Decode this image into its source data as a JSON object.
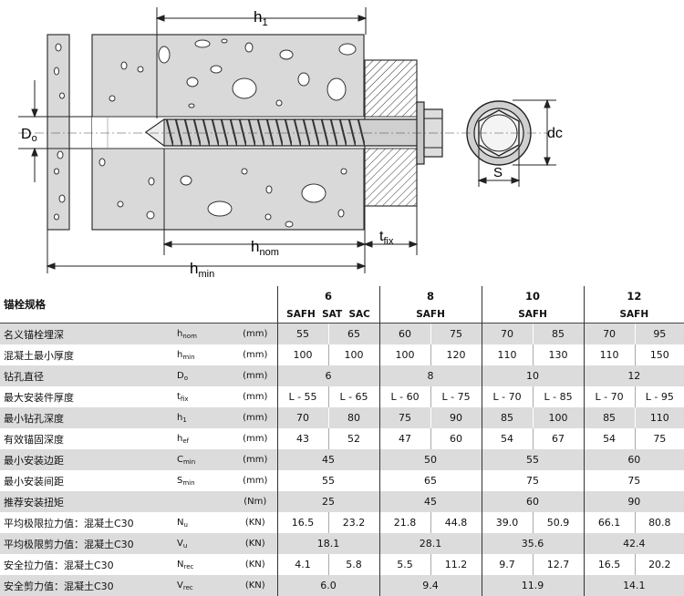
{
  "diagram": {
    "dim_h1_label": "h",
    "dim_h1_sub": "1",
    "dim_d0_label": "D",
    "dim_d0_sub": "o",
    "dim_hnom_label": "h",
    "dim_hnom_sub": "nom",
    "dim_hmin_label": "h",
    "dim_hmin_sub": "min",
    "dim_tfix_label": "t",
    "dim_tfix_sub": "fix",
    "dim_dc_label": "dc",
    "dim_s_label": "S"
  },
  "table": {
    "title": "锚栓规格",
    "groups": [
      {
        "size": "6",
        "types": [
          "SAFH",
          "SAT",
          "SAC"
        ]
      },
      {
        "size": "8",
        "types": [
          "SAFH"
        ]
      },
      {
        "size": "10",
        "types": [
          "SAFH"
        ]
      },
      {
        "size": "12",
        "types": [
          "SAFH"
        ]
      }
    ],
    "rows": [
      {
        "name": "名义锚栓埋深",
        "sym": "h",
        "sub": "nom",
        "unit": "(mm)",
        "vals": [
          "55",
          "65",
          "60",
          "75",
          "70",
          "85",
          "70",
          "95"
        ]
      },
      {
        "name": "混凝土最小厚度",
        "sym": "h",
        "sub": "min",
        "unit": "(mm)",
        "vals": [
          "100",
          "100",
          "100",
          "120",
          "110",
          "130",
          "110",
          "150"
        ]
      },
      {
        "name": "钻孔直径",
        "sym": "D",
        "sub": "o",
        "unit": "(mm)",
        "vals": [
          "6",
          "8",
          "10",
          "12"
        ]
      },
      {
        "name": "最大安装件厚度",
        "sym": "t",
        "sub": "fix",
        "unit": "(mm)",
        "vals": [
          "L - 55",
          "L - 65",
          "L - 60",
          "L - 75",
          "L - 70",
          "L - 85",
          "L - 70",
          "L - 95"
        ]
      },
      {
        "name": "最小钻孔深度",
        "sym": "h",
        "sub": "1",
        "unit": "(mm)",
        "vals": [
          "70",
          "80",
          "75",
          "90",
          "85",
          "100",
          "85",
          "110"
        ]
      },
      {
        "name": "有效锚固深度",
        "sym": "h",
        "sub": "ef",
        "unit": "(mm)",
        "vals": [
          "43",
          "52",
          "47",
          "60",
          "54",
          "67",
          "54",
          "75"
        ]
      },
      {
        "name": "最小安装边距",
        "sym": "C",
        "sub": "min",
        "unit": "(mm)",
        "vals": [
          "45",
          "50",
          "55",
          "60"
        ]
      },
      {
        "name": "最小安装间距",
        "sym": "S",
        "sub": "min",
        "unit": "(mm)",
        "vals": [
          "55",
          "65",
          "75",
          "75"
        ]
      },
      {
        "name": "推荐安装扭矩",
        "sym": "",
        "sub": "",
        "unit": "(Nm)",
        "vals": [
          "25",
          "45",
          "60",
          "90"
        ]
      },
      {
        "name": "平均极限拉力值：混凝土C30",
        "sym": "N",
        "sub": "u",
        "unit": "(KN)",
        "vals": [
          "16.5",
          "23.2",
          "21.8",
          "44.8",
          "39.0",
          "50.9",
          "66.1",
          "80.8"
        ]
      },
      {
        "name": "平均极限剪力值：混凝土C30",
        "sym": "V",
        "sub": "u",
        "unit": "(KN)",
        "vals": [
          "18.1",
          "28.1",
          "35.6",
          "42.4"
        ]
      },
      {
        "name": "安全拉力值：混凝土C30",
        "sym": "N",
        "sub": "rec",
        "unit": "(KN)",
        "vals": [
          "4.1",
          "5.8",
          "5.5",
          "11.2",
          "9.7",
          "12.7",
          "16.5",
          "20.2"
        ]
      },
      {
        "name": "安全剪力值：混凝土C30",
        "sym": "V",
        "sub": "rec",
        "unit": "(KN)",
        "vals": [
          "6.0",
          "9.4",
          "11.9",
          "14.1"
        ]
      }
    ]
  }
}
